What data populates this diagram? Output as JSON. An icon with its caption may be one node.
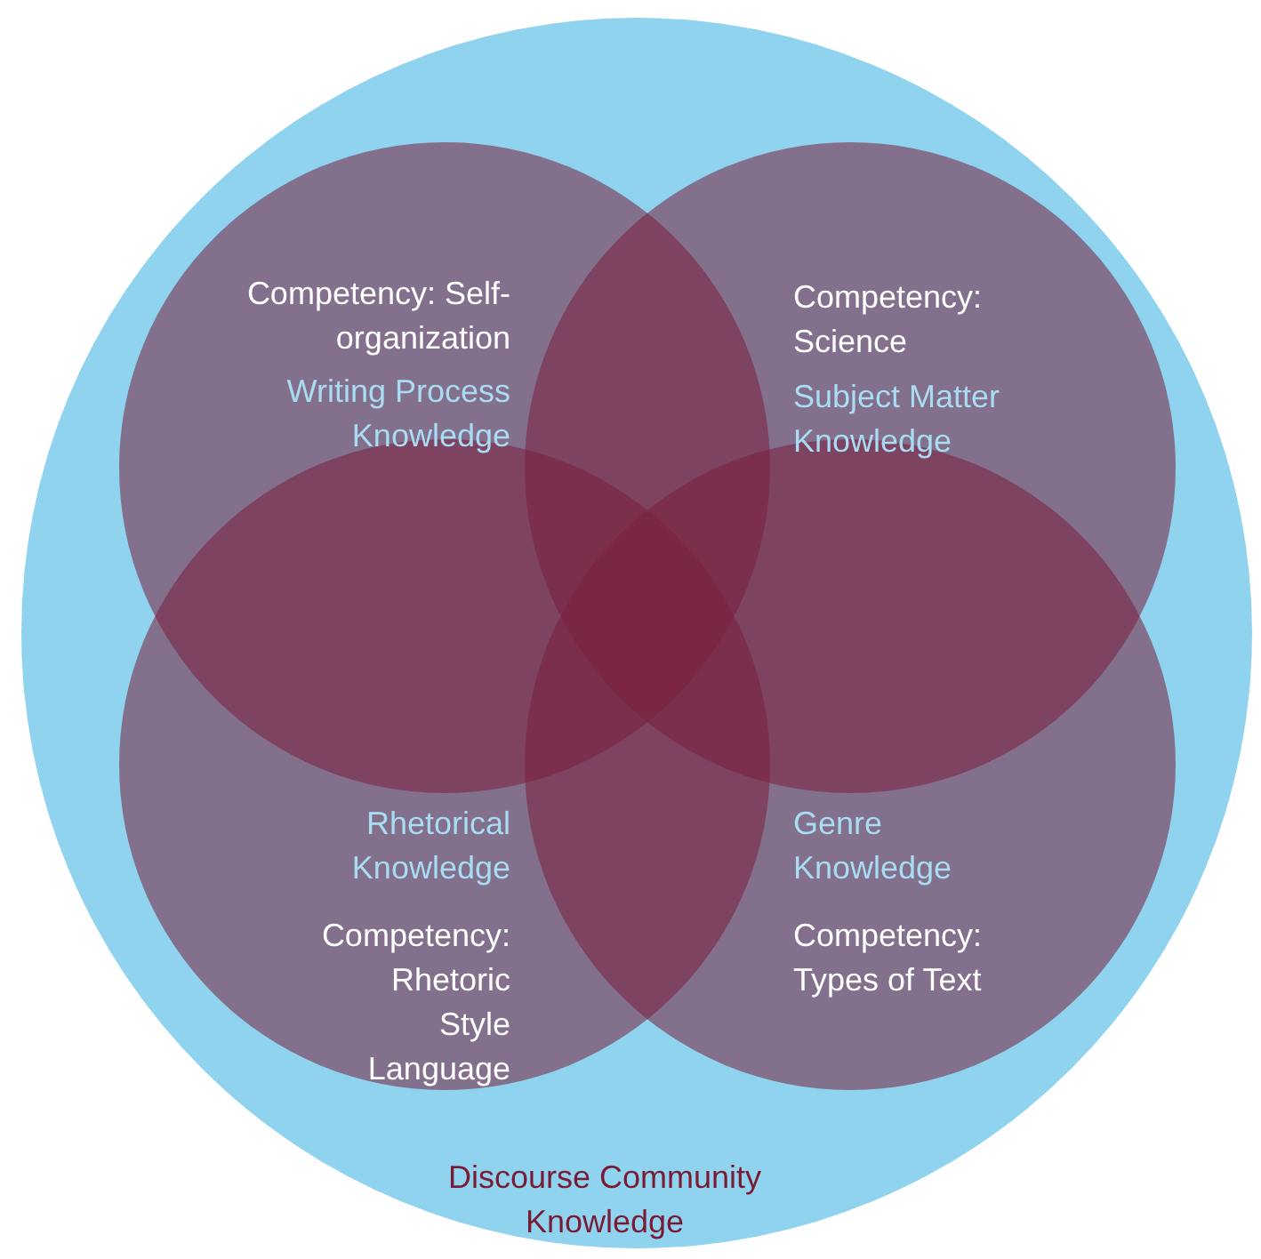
{
  "diagram": {
    "nodes": [
      {
        "text": [
          "Discourse Community Knowledge"
        ]
      },
      {
        "text": [
          "Competency: Self-organization",
          "Writing Process Knowledge"
        ],
        "in": 0
      },
      {
        "text": [
          "Competency: Science",
          "Subject Matter Knowledge"
        ],
        "in": 0
      },
      {
        "text": [
          "Rhetorical Knowledge",
          "Competency: Rhetoric Style Language"
        ],
        "in": 0
      },
      {
        "text": [
          "Genre Knowledge",
          "Competency: Types of Text"
        ],
        "in": 0
      }
    ]
  }
}
